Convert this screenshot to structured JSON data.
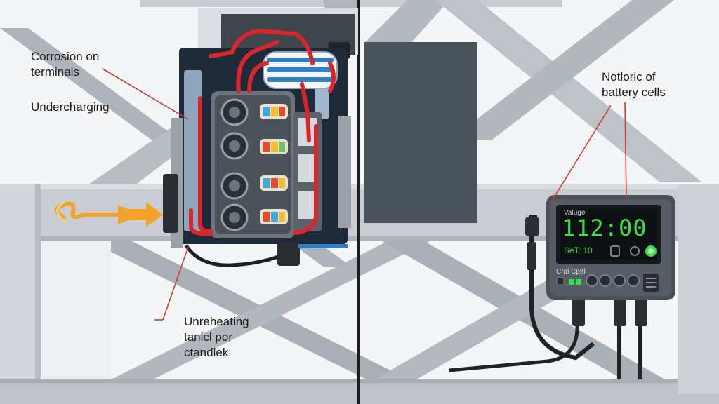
{
  "labels": {
    "corrosion": [
      "Corrosion on",
      "terminals"
    ],
    "undercharging": "Undercharging",
    "overheating": [
      "Unreheating",
      "tanlcl por",
      "ctandlek"
    ],
    "battery_cells": [
      "Notloric of",
      "battery cells"
    ]
  },
  "monitor": {
    "title": "Valuge",
    "reading": "112:00",
    "set_label": "SeT: 10",
    "bottom_label": "Cral Cpttl"
  },
  "colors": {
    "leader_line": "#d23a2f",
    "wire_red": "#d8262a",
    "display_green": "#35e04a",
    "arrow_orange": "#f2a12a",
    "frame_gray": "#b9bec5",
    "panel_dark": "#4a5058"
  },
  "icons": [
    "heat-arrow-icon",
    "battery-pack-icon",
    "voltage-monitor-icon",
    "power-led-icon"
  ]
}
